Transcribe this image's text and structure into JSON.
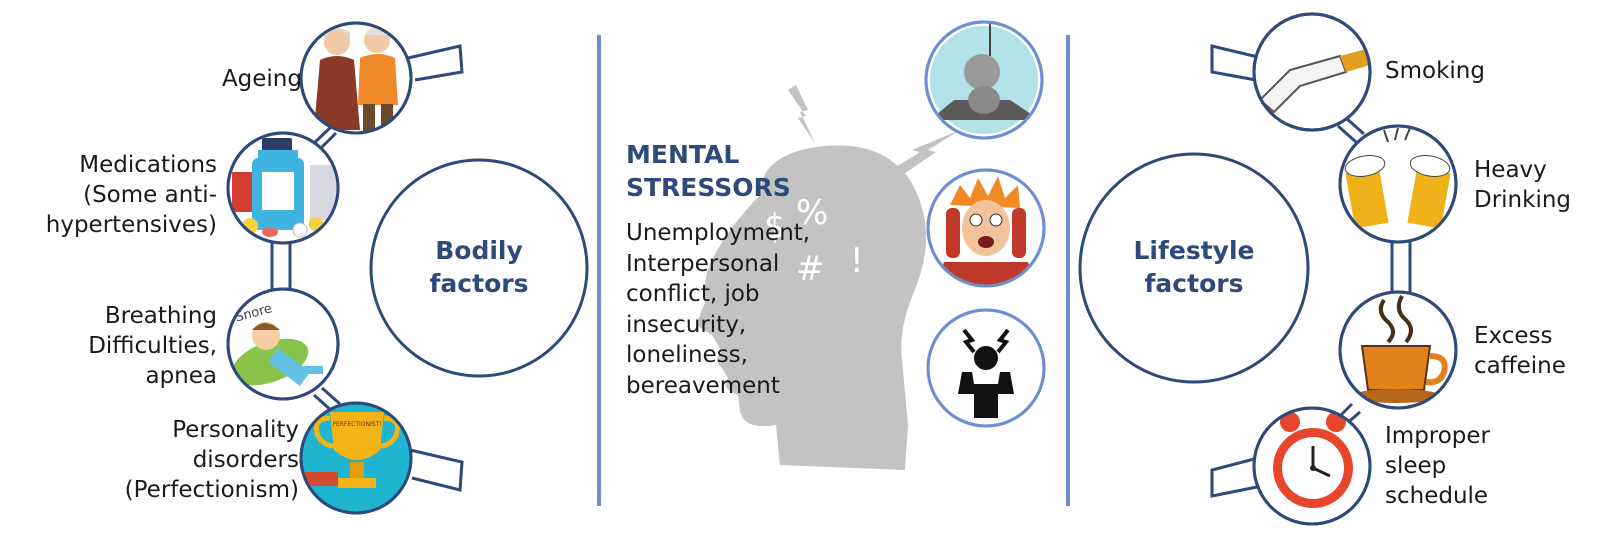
{
  "colors": {
    "accent": "#2e4a7a",
    "divider": "#6b8fd0",
    "head": "#c3c3c3"
  },
  "bodily": {
    "hub": "Bodily\nfactors",
    "items": [
      {
        "label": "Ageing",
        "icon": "elderly-couple-icon"
      },
      {
        "label": "Medications\n(Some anti-\nhypertensives)",
        "icon": "medicine-bottle-icon"
      },
      {
        "label": "Breathing\nDifficulties,\napnea",
        "icon": "snoring-child-icon",
        "snore": "Snore"
      },
      {
        "label": "Personality\ndisorders\n(Perfectionism)",
        "icon": "trophy-icon",
        "trophy_text": "PERFECTIONIST!"
      }
    ]
  },
  "mental": {
    "title": "MENTAL\nSTRESSORS",
    "body": "Unemployment,\nInterpersonal\nconflict, job\ninsecurity,\nloneliness,\nbereavement",
    "head_symbols": [
      "$",
      "%",
      "#",
      "!"
    ],
    "icons": [
      "sad-figure-icon",
      "stressed-man-icon",
      "stress-person-icon"
    ]
  },
  "lifestyle": {
    "hub": "Lifestyle\nfactors",
    "items": [
      {
        "label": "Smoking",
        "icon": "cigarette-icon"
      },
      {
        "label": "Heavy\nDrinking",
        "icon": "beer-mugs-icon"
      },
      {
        "label": "Excess\ncaffeine",
        "icon": "coffee-cup-icon"
      },
      {
        "label": "Improper\nsleep\nschedule",
        "icon": "alarm-clock-icon"
      }
    ]
  }
}
